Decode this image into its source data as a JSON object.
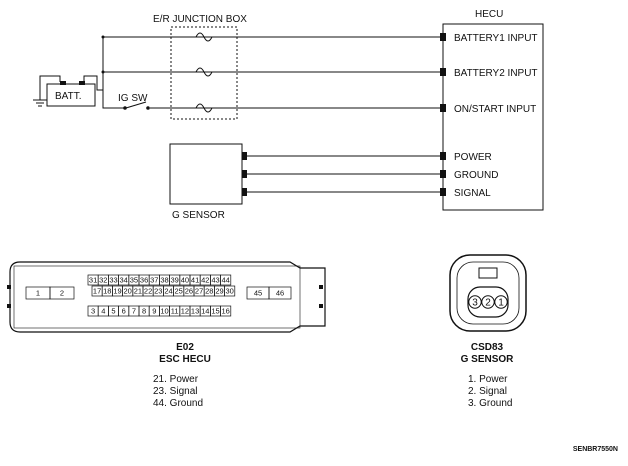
{
  "junction_box": {
    "label": "E/R JUNCTION BOX"
  },
  "battery": {
    "label": "BATT."
  },
  "ig_switch": {
    "label": "IG SW"
  },
  "hecu": {
    "title": "HECU",
    "inputs": [
      "BATTERY1 INPUT",
      "BATTERY2 INPUT",
      "ON/START INPUT",
      "POWER",
      "GROUND",
      "SIGNAL"
    ]
  },
  "g_sensor": {
    "label": "G SENSOR"
  },
  "connector_e02": {
    "code": "E02",
    "name": "ESC HECU",
    "pins_row1": [
      "31",
      "32",
      "33",
      "34",
      "35",
      "36",
      "37",
      "38",
      "39",
      "40",
      "41",
      "42",
      "43",
      "44"
    ],
    "pins_row2": [
      "17",
      "18",
      "19",
      "20",
      "21",
      "22",
      "23",
      "24",
      "25",
      "26",
      "27",
      "28",
      "29",
      "30"
    ],
    "pins_row3": [
      "3",
      "4",
      "5",
      "6",
      "7",
      "8",
      "9",
      "10",
      "11",
      "12",
      "13",
      "14",
      "15",
      "16"
    ],
    "pins_left": [
      "1",
      "2"
    ],
    "pins_right": [
      "45",
      "46"
    ],
    "pinout": [
      "21. Power",
      "23. Signal",
      "44. Ground"
    ]
  },
  "connector_csd83": {
    "code": "CSD83",
    "name": "G SENSOR",
    "pins": [
      "3",
      "2",
      "1"
    ],
    "pinout": [
      "1. Power",
      "2. Signal",
      "3. Ground"
    ]
  },
  "document_code": "SENBR7550N"
}
